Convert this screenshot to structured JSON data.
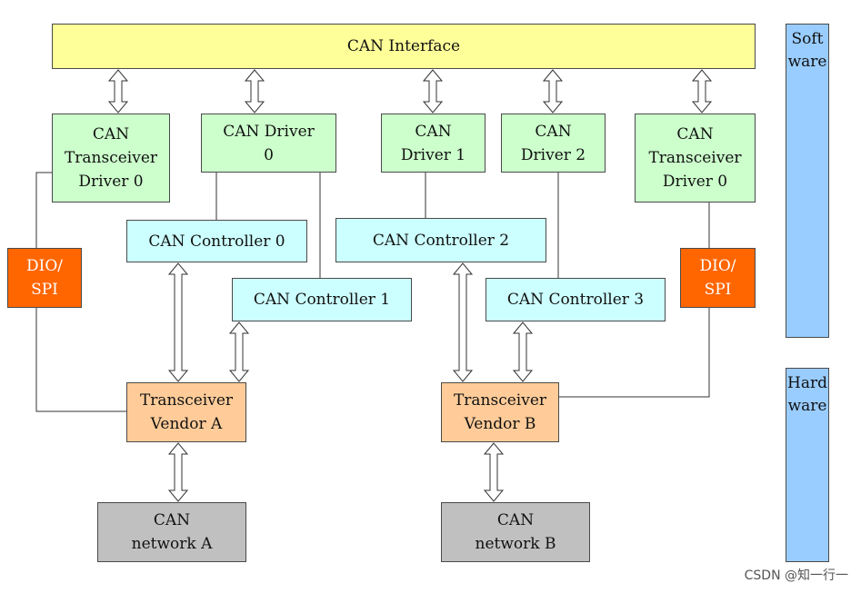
{
  "diagram": {
    "can_interface": "CAN Interface",
    "trcv_driver_left": "CAN\nTransceiver\nDriver 0",
    "can_driver_0": "CAN Driver\n0",
    "can_driver_1": "CAN\nDriver 1",
    "can_driver_2": "CAN\nDriver 2",
    "trcv_driver_right": "CAN\nTransceiver\nDriver 0",
    "dio_spi_left": "DIO/\nSPI",
    "dio_spi_right": "DIO/\nSPI",
    "controller_0": "CAN Controller 0",
    "controller_1": "CAN Controller 1",
    "controller_2": "CAN Controller 2",
    "controller_3": "CAN Controller 3",
    "transceiver_a": "Transceiver\nVendor A",
    "transceiver_b": "Transceiver\nVendor B",
    "network_a": "CAN\nnetwork A",
    "network_b": "CAN\nnetwork B",
    "software_label": "Software",
    "hardware_label": "Hardware"
  },
  "colors": {
    "interface": "#ffff99",
    "driver": "#ccffcc",
    "controller": "#ccffff",
    "dio": "#ff6600",
    "transceiver": "#ffcc99",
    "network": "#c0c0c0",
    "layer": "#99ccff"
  },
  "watermark": "CSDN @知一行一"
}
